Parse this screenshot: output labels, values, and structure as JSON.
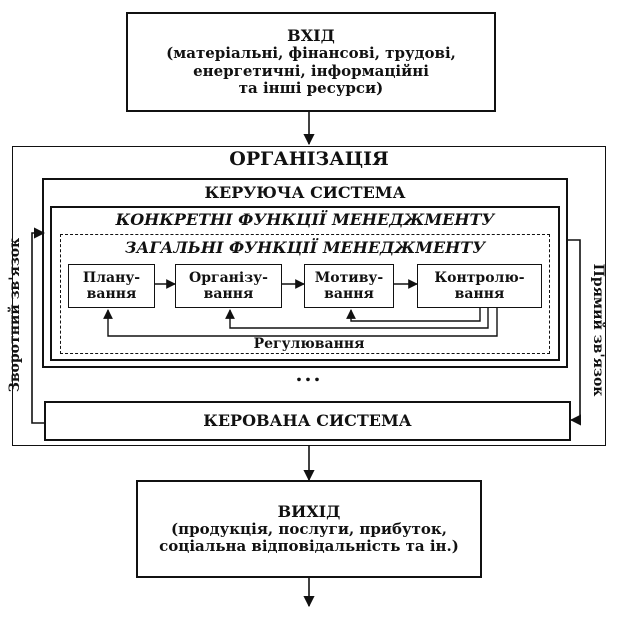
{
  "input": {
    "title": "ВХІД",
    "body": "(матеріальні, фінансові, трудові,\nенергетичні, інформаційні\nта інші ресурси)"
  },
  "organization": {
    "title": "ОРГАНІЗАЦІЯ"
  },
  "managing_system": {
    "title": "КЕРУЮЧА СИСТЕМА"
  },
  "specific_functions": {
    "title": "КОНКРЕТНІ ФУНКЦІЇ МЕНЕДЖМЕНТУ"
  },
  "general_functions": {
    "title": "ЗАГАЛЬНІ ФУНКЦІЇ МЕНЕДЖМЕНТУ"
  },
  "functions": [
    {
      "label": "Плану-\nвання"
    },
    {
      "label": "Організу-\nвання"
    },
    {
      "label": "Мотиву-\nвання"
    },
    {
      "label": "Контролю-\nвання"
    }
  ],
  "regulation": {
    "label": "Регулювання"
  },
  "ellipsis": "...",
  "managed_system": {
    "title": "КЕРОВАНА СИСТЕМА"
  },
  "feedback": {
    "label": "Зворотний зв'язок"
  },
  "direct_link": {
    "label": "Прямий зв'язок"
  },
  "output": {
    "title": "ВИХІД",
    "body": "(продукція, послуги, прибуток,\nсоціальна відповідальність та ін.)"
  }
}
